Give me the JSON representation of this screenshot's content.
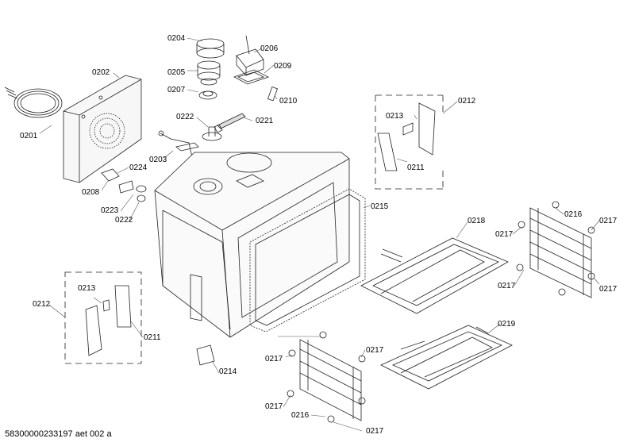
{
  "document_code": "58300000233197 aet 002 a",
  "labels": {
    "l0201": "0201",
    "l0202": "0202",
    "l0203": "0203",
    "l0204": "0204",
    "l0205": "0205",
    "l0206": "0206",
    "l0207": "0207",
    "l0208": "0208",
    "l0209": "0209",
    "l0210": "0210",
    "l0221": "0221",
    "l0222a": "0222",
    "l0222b": "0222",
    "l0223": "0223",
    "l0224": "0224",
    "l0212a": "0212",
    "l0213a": "0213",
    "l0211a": "0211",
    "l0215": "0215",
    "l0218": "0218",
    "l0216a": "0216",
    "l0217a": "0217",
    "l0217b": "0217",
    "l0217c": "0217",
    "l0217d": "0217",
    "l0212b": "0212",
    "l0213b": "0213",
    "l0211b": "0211",
    "l0214": "0214",
    "l0219": "0219",
    "l0217e": "0217",
    "l0217f": "0217",
    "l0217g": "0217",
    "l0216b": "0216",
    "l0217h": "0217"
  }
}
